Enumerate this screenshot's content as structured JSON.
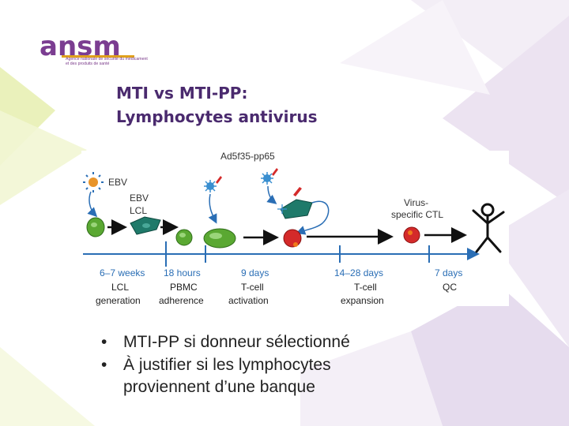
{
  "logo": {
    "wordmark": "ansm",
    "tagline_1": "Agence nationale de sécurité du médicament",
    "tagline_2": "et des produits de santé"
  },
  "slide": {
    "title_line1": "MTI vs MTI-PP:",
    "title_line2": "Lymphocytes antivirus"
  },
  "figure": {
    "top_label": "Ad5f35-pp65",
    "ebv_label": "EBV",
    "ebv_lcl_1": "EBV",
    "ebv_lcl_2": "LCL",
    "virus_ctl_1": "Virus-",
    "virus_ctl_2": "specific CTL",
    "timeline": [
      {
        "time": "6–7 weeks",
        "step1": "LCL",
        "step2": "generation"
      },
      {
        "time": "18 hours",
        "step1": "PBMC",
        "step2": "adherence"
      },
      {
        "time": "9 days",
        "step1": "T-cell",
        "step2": "activation"
      },
      {
        "time": "14–28 days",
        "step1": "T-cell",
        "step2": "expansion"
      },
      {
        "time": "7 days",
        "step1": "QC",
        "step2": ""
      }
    ],
    "colors": {
      "timeline": "#2a6eb5",
      "green_cell": "#5aa832",
      "red_cell": "#d42a2a",
      "teal_cell": "#1f7a6a"
    }
  },
  "bullets": [
    {
      "bullet": "•",
      "text": "MTI-PP si donneur sélectionné",
      "continuation": ""
    },
    {
      "bullet": "•",
      "text": "À justifier si les lymphocytes",
      "continuation": "proviennent d’une banque"
    }
  ]
}
